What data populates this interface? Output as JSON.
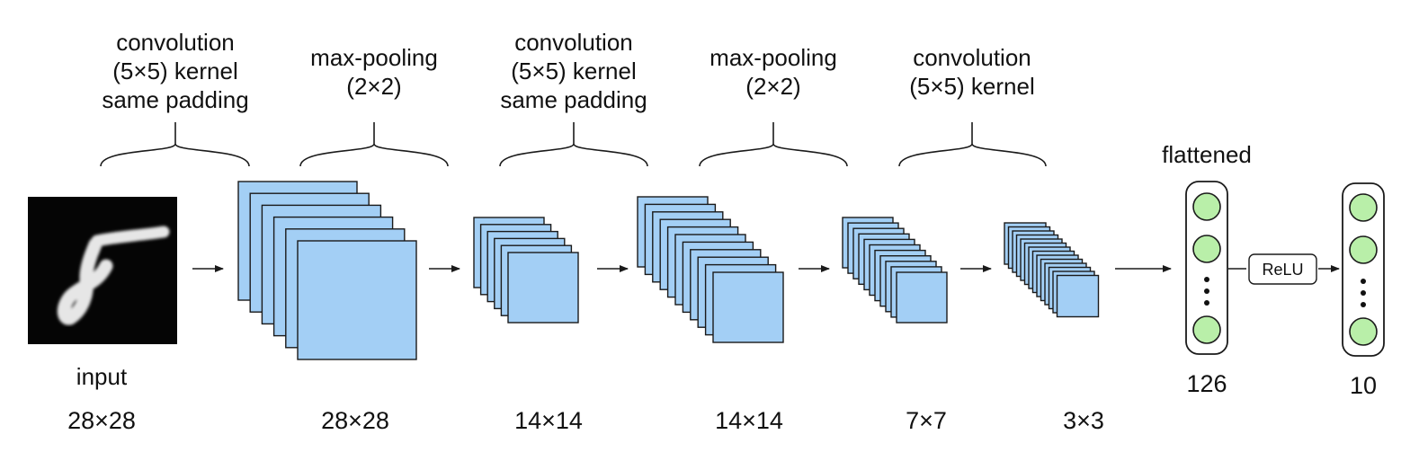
{
  "stages": [
    {
      "lines": [
        "convolution",
        "(5×5) kernel",
        "same padding"
      ]
    },
    {
      "lines": [
        "max-pooling",
        "(2×2)"
      ]
    },
    {
      "lines": [
        "convolution",
        "(5×5) kernel",
        "same padding"
      ]
    },
    {
      "lines": [
        "max-pooling",
        "(2×2)"
      ]
    },
    {
      "lines": [
        "convolution",
        "(5×5) kernel"
      ]
    }
  ],
  "input": {
    "label": "input",
    "dim": "28×28"
  },
  "feature_maps": [
    {
      "dim": "28×28",
      "channels": 6
    },
    {
      "dim": "14×14",
      "channels": 6
    },
    {
      "dim": "14×14",
      "channels": 11
    },
    {
      "dim": "7×7",
      "channels": 11
    },
    {
      "dim": "3×3",
      "channels": 14
    }
  ],
  "flattened": {
    "label": "flattened",
    "size": "126"
  },
  "activation": {
    "label": "ReLU"
  },
  "output": {
    "size": "10"
  },
  "colors": {
    "map_fill": "#a3cff5",
    "node_fill": "#b9efa9",
    "line": "#1a1a1a",
    "image_bg": "#050505",
    "digit": "#e6e6e6"
  }
}
